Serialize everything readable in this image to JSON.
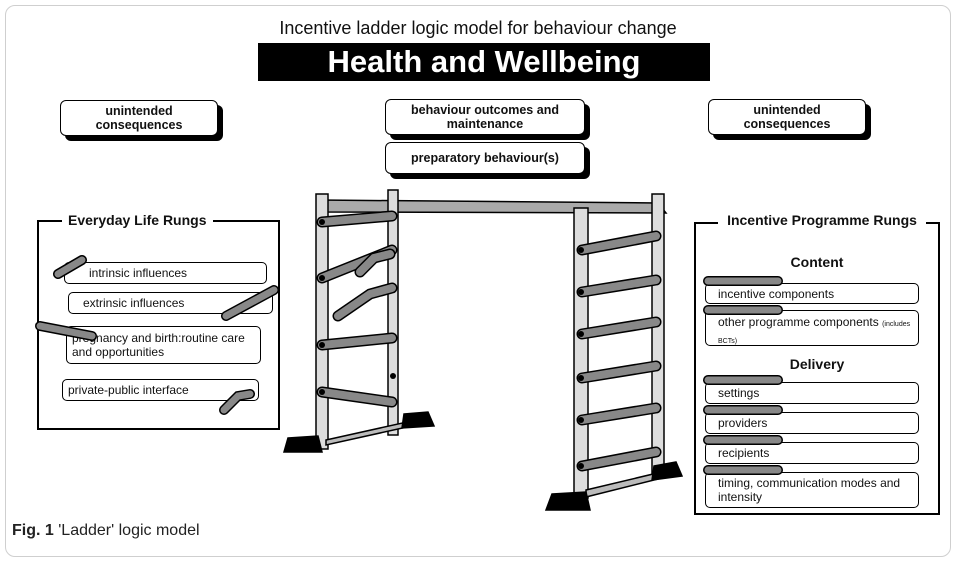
{
  "header": {
    "subtitle": "Incentive ladder logic model for behaviour change",
    "title": "Health and Wellbeing"
  },
  "top_boxes": {
    "left_unintended": "unintended consequences",
    "right_unintended": "unintended consequences",
    "outcomes": "behaviour outcomes and maintenance",
    "preparatory": "preparatory behaviour(s)"
  },
  "everyday": {
    "title": "Everyday Life Rungs",
    "rungs": [
      "intrinsic influences",
      "extrinsic influences",
      "pregnancy and birth:routine care and opportunities",
      "private-public interface"
    ]
  },
  "programme": {
    "title": "Incentive Programme Rungs",
    "content_label": "Content",
    "delivery_label": "Delivery",
    "content_rungs": [
      "incentive components",
      "other programme components"
    ],
    "bcts_note": "(includes BCTs)",
    "delivery_rungs": [
      "settings",
      "providers",
      "recipients",
      "timing, communication modes and intensity"
    ]
  },
  "caption": {
    "label": "Fig. 1",
    "text": "'Ladder' logic model"
  }
}
